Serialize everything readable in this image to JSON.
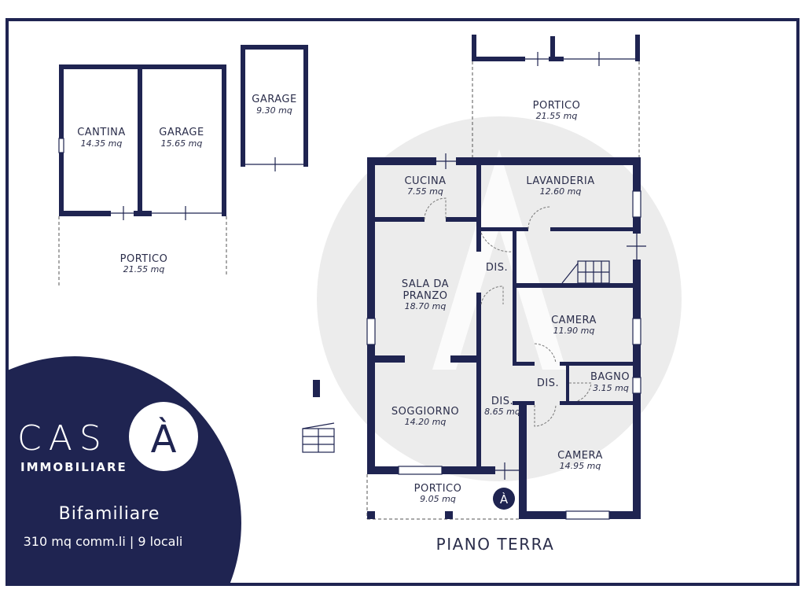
{
  "brand": {
    "name": "CAS",
    "logo_letter": "À",
    "subtitle": "IMMOBILIARE",
    "property_type": "Bifamiliare",
    "summary": "310 mq comm.li | 9 locali",
    "colors": {
      "navy": "#1f2451",
      "watermark": "#ececec"
    }
  },
  "plan_title": "PIANO TERRA",
  "rooms": {
    "cantina": {
      "name": "CANTINA",
      "area": "14.35 mq"
    },
    "garage1": {
      "name": "GARAGE",
      "area": "15.65 mq"
    },
    "garage2": {
      "name": "GARAGE",
      "area": "9.30 mq"
    },
    "portico_left": {
      "name": "PORTICO",
      "area": "21.55 mq"
    },
    "portico_top": {
      "name": "PORTICO",
      "area": "21.55 mq"
    },
    "cucina": {
      "name": "CUCINA",
      "area": "7.55 mq"
    },
    "lavanderia": {
      "name": "LAVANDERIA",
      "area": "12.60 mq"
    },
    "dis_top": {
      "name": "DIS."
    },
    "sala": {
      "name1": "SALA DA",
      "name2": "PRANZO",
      "area": "18.70 mq"
    },
    "camera1": {
      "name": "CAMERA",
      "area": "11.90 mq"
    },
    "dis_small": {
      "name": "DIS."
    },
    "bagno": {
      "name": "BAGNO",
      "area": "3.15 mq"
    },
    "soggiorno": {
      "name": "SOGGIORNO",
      "area": "14.20 mq"
    },
    "dis_main": {
      "name": "DIS.",
      "area": "8.65 mq"
    },
    "camera2": {
      "name": "CAMERA",
      "area": "14.95 mq"
    },
    "portico_front": {
      "name": "PORTICO",
      "area": "9.05 mq"
    }
  }
}
